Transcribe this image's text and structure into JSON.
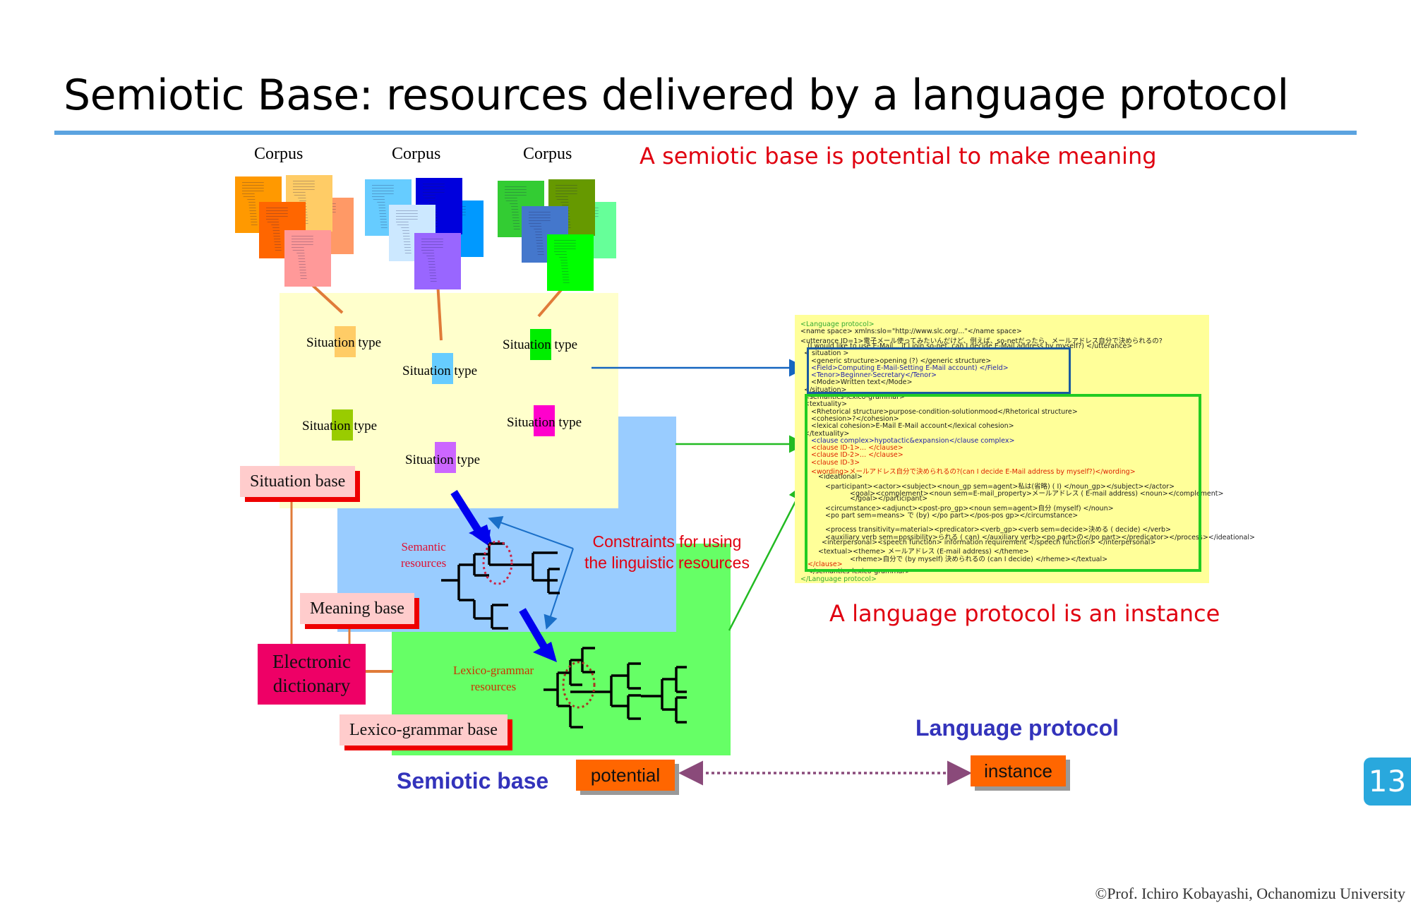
{
  "slide": {
    "title": "Semiotic Base: resources delivered by a language protocol",
    "page_number": "13",
    "copyright": "©Prof. Ichiro Kobayashi, Ochanomizu University"
  },
  "corpora": [
    {
      "label": "Corpus",
      "page_colors": [
        "#ff9900",
        "#ffcc66",
        "#ff9966",
        "#ff6600",
        "#ff9999"
      ]
    },
    {
      "label": "Corpus",
      "page_colors": [
        "#66ccff",
        "#0000dd",
        "#0099ff",
        "#cce8ff",
        "#9966ff"
      ]
    },
    {
      "label": "Corpus",
      "page_colors": [
        "#33cc33",
        "#669900",
        "#66ff99",
        "#4477cc",
        "#00ff00"
      ]
    }
  ],
  "notes": {
    "semiotic_potential": "A semiotic base is potential to make meaning",
    "constraints_line1": "Constraints for using",
    "constraints_line2": "the linguistic resources",
    "protocol_instance": "A language protocol is an instance"
  },
  "situation_types": [
    {
      "label": "Situation type",
      "color": "#ffcc66"
    },
    {
      "label": "Situation type",
      "color": "#66ccff"
    },
    {
      "label": "Situation type",
      "color": "#00ee00"
    },
    {
      "label": "Situation type",
      "color": "#99cc00"
    },
    {
      "label": "Situation type",
      "color": "#ff00cc"
    },
    {
      "label": "Situation type",
      "color": "#cc66ff"
    }
  ],
  "bases": {
    "situation_base": "Situation base",
    "meaning_base": "Meaning base",
    "lexico_grammar_base": "Lexico-grammar base",
    "electronic_dictionary_line1": "Electronic",
    "electronic_dictionary_line2": "dictionary"
  },
  "resources": {
    "semantic_line1": "Semantic",
    "semantic_line2": "resources",
    "lexico_line1": "Lexico-grammar",
    "lexico_line2": "resources"
  },
  "bottom": {
    "semiotic_base": "Semiotic base",
    "language_protocol": "Language protocol",
    "potential": "potential",
    "instance": "instance"
  },
  "colors": {
    "situation_area": "#ffffcc",
    "meaning_area": "#99ccff",
    "lexico_area": "#66ff66",
    "title_rule": "#5ba3e0",
    "note_red": "#e00010",
    "heading_blue": "#3333bb",
    "orange_box": "#ff6600",
    "electronic_dictionary": "#ee0066"
  },
  "language_protocol_code": [
    {
      "text": "<Language protocol>",
      "cls": "c-g",
      "indent": 0
    },
    {
      "text": "<name space>    xmlns:slo=\"http://www.slc.org/...\"</name space>",
      "cls": "",
      "indent": 0
    },
    {
      "text": "<utterance ID=1>電子メール使ってみたいんだけど、例えば、so-netだったら、メールアドレス自分で決められるの?",
      "cls": "",
      "indent": 0
    },
    {
      "text": "(I would like to use E-Mail... if I join so-net, can I decide E-Mail address by myself?) </utterance>",
      "cls": "",
      "indent": 2
    },
    {
      "text": "< situation >",
      "cls": "",
      "indent": 1
    },
    {
      "text": "<generic structure>opening (?) </generic structure>",
      "cls": "",
      "indent": 3
    },
    {
      "text": "<Field>Computing  E-Mail-Setting E-Mail account) </Field>",
      "cls": "c-b",
      "indent": 3
    },
    {
      "text": "<Tenor>Beginner-Secretary</Tenor>",
      "cls": "c-b",
      "indent": 3
    },
    {
      "text": "<Mode>Written text</Mode>",
      "cls": "",
      "indent": 3
    },
    {
      "text": "</situation>",
      "cls": "",
      "indent": 1
    },
    {
      "text": "<semantics-lexico-grammar>",
      "cls": "",
      "indent": 1
    },
    {
      "text": "<textuality>",
      "cls": "",
      "indent": 1
    },
    {
      "text": "<Rhetorical structure>purpose-condition-solutionmood</Rhetorical structure>",
      "cls": "",
      "indent": 3
    },
    {
      "text": "<cohesion>?</cohesion>",
      "cls": "",
      "indent": 3
    },
    {
      "text": "<lexical cohesion>E-Mail  E-Mail account</lexical cohesion>",
      "cls": "",
      "indent": 3
    },
    {
      "text": "</textuality>",
      "cls": "",
      "indent": 1
    },
    {
      "text": "<clause complex>hypotactic&expansion</clause complex>",
      "cls": "c-b",
      "indent": 3
    },
    {
      "text": "<clause ID-1>... </clause>",
      "cls": "c-r",
      "indent": 3
    },
    {
      "text": "<clause ID-2>... </clause>",
      "cls": "c-r",
      "indent": 3
    },
    {
      "text": "<clause ID-3>",
      "cls": "c-r",
      "indent": 3
    },
    {
      "text": "<wording>メールアドレス自分で決められるの?(can I decide E-Mail address by myself?)</wording>",
      "cls": "c-r",
      "indent": 3
    },
    {
      "text": "<ideational>",
      "cls": "",
      "indent": 5
    },
    {
      "text": "<participant><actor><subject><noun_gp sem=agent>私は(省略) ( I) </noun_gp></subject></actor>",
      "cls": "",
      "indent": 7
    },
    {
      "text": "<goal><complement><noun sem=E-mail_property>メールアドレス ( E-mail address) <noun></complement>",
      "cls": "",
      "indent": 14
    },
    {
      "text": "</goal></participant>",
      "cls": "",
      "indent": 14
    },
    {
      "text": "<circumstance><adjunct><post-pro_gp><noun sem=agent>自分 (myself) </noun>",
      "cls": "",
      "indent": 7
    },
    {
      "text": "<po part sem=means> で (by) </po part></pos-pos gp></circumstance>",
      "cls": "",
      "indent": 7
    },
    {
      "text": "",
      "cls": "",
      "indent": 0
    },
    {
      "text": "<process transitivity=material><predicator><verb_gp><verb sem=decide>決める ( decide) </verb>",
      "cls": "",
      "indent": 7
    },
    {
      "text": "<auxiliary verb sem=possibility>られる ( can) </auxiliary verb><po part>の</po part></predicator></process></ideational>",
      "cls": "",
      "indent": 7
    },
    {
      "text": "<interpersonal><speech function> information requirement </speech function> </interpersonal>",
      "cls": "",
      "indent": 6
    },
    {
      "text": "<textual><theme> メールアドレス (E-mail address) </theme>",
      "cls": "",
      "indent": 5
    },
    {
      "text": "<rheme>自分で (by myself) 決められるの (can I decide) </rheme></textual>",
      "cls": "",
      "indent": 14
    },
    {
      "text": "</clause>",
      "cls": "c-r",
      "indent": 2
    },
    {
      "text": "</semantics-lexico-grammar>",
      "cls": "",
      "indent": 2
    },
    {
      "text": "</Language protocol>",
      "cls": "c-g",
      "indent": 0
    }
  ]
}
